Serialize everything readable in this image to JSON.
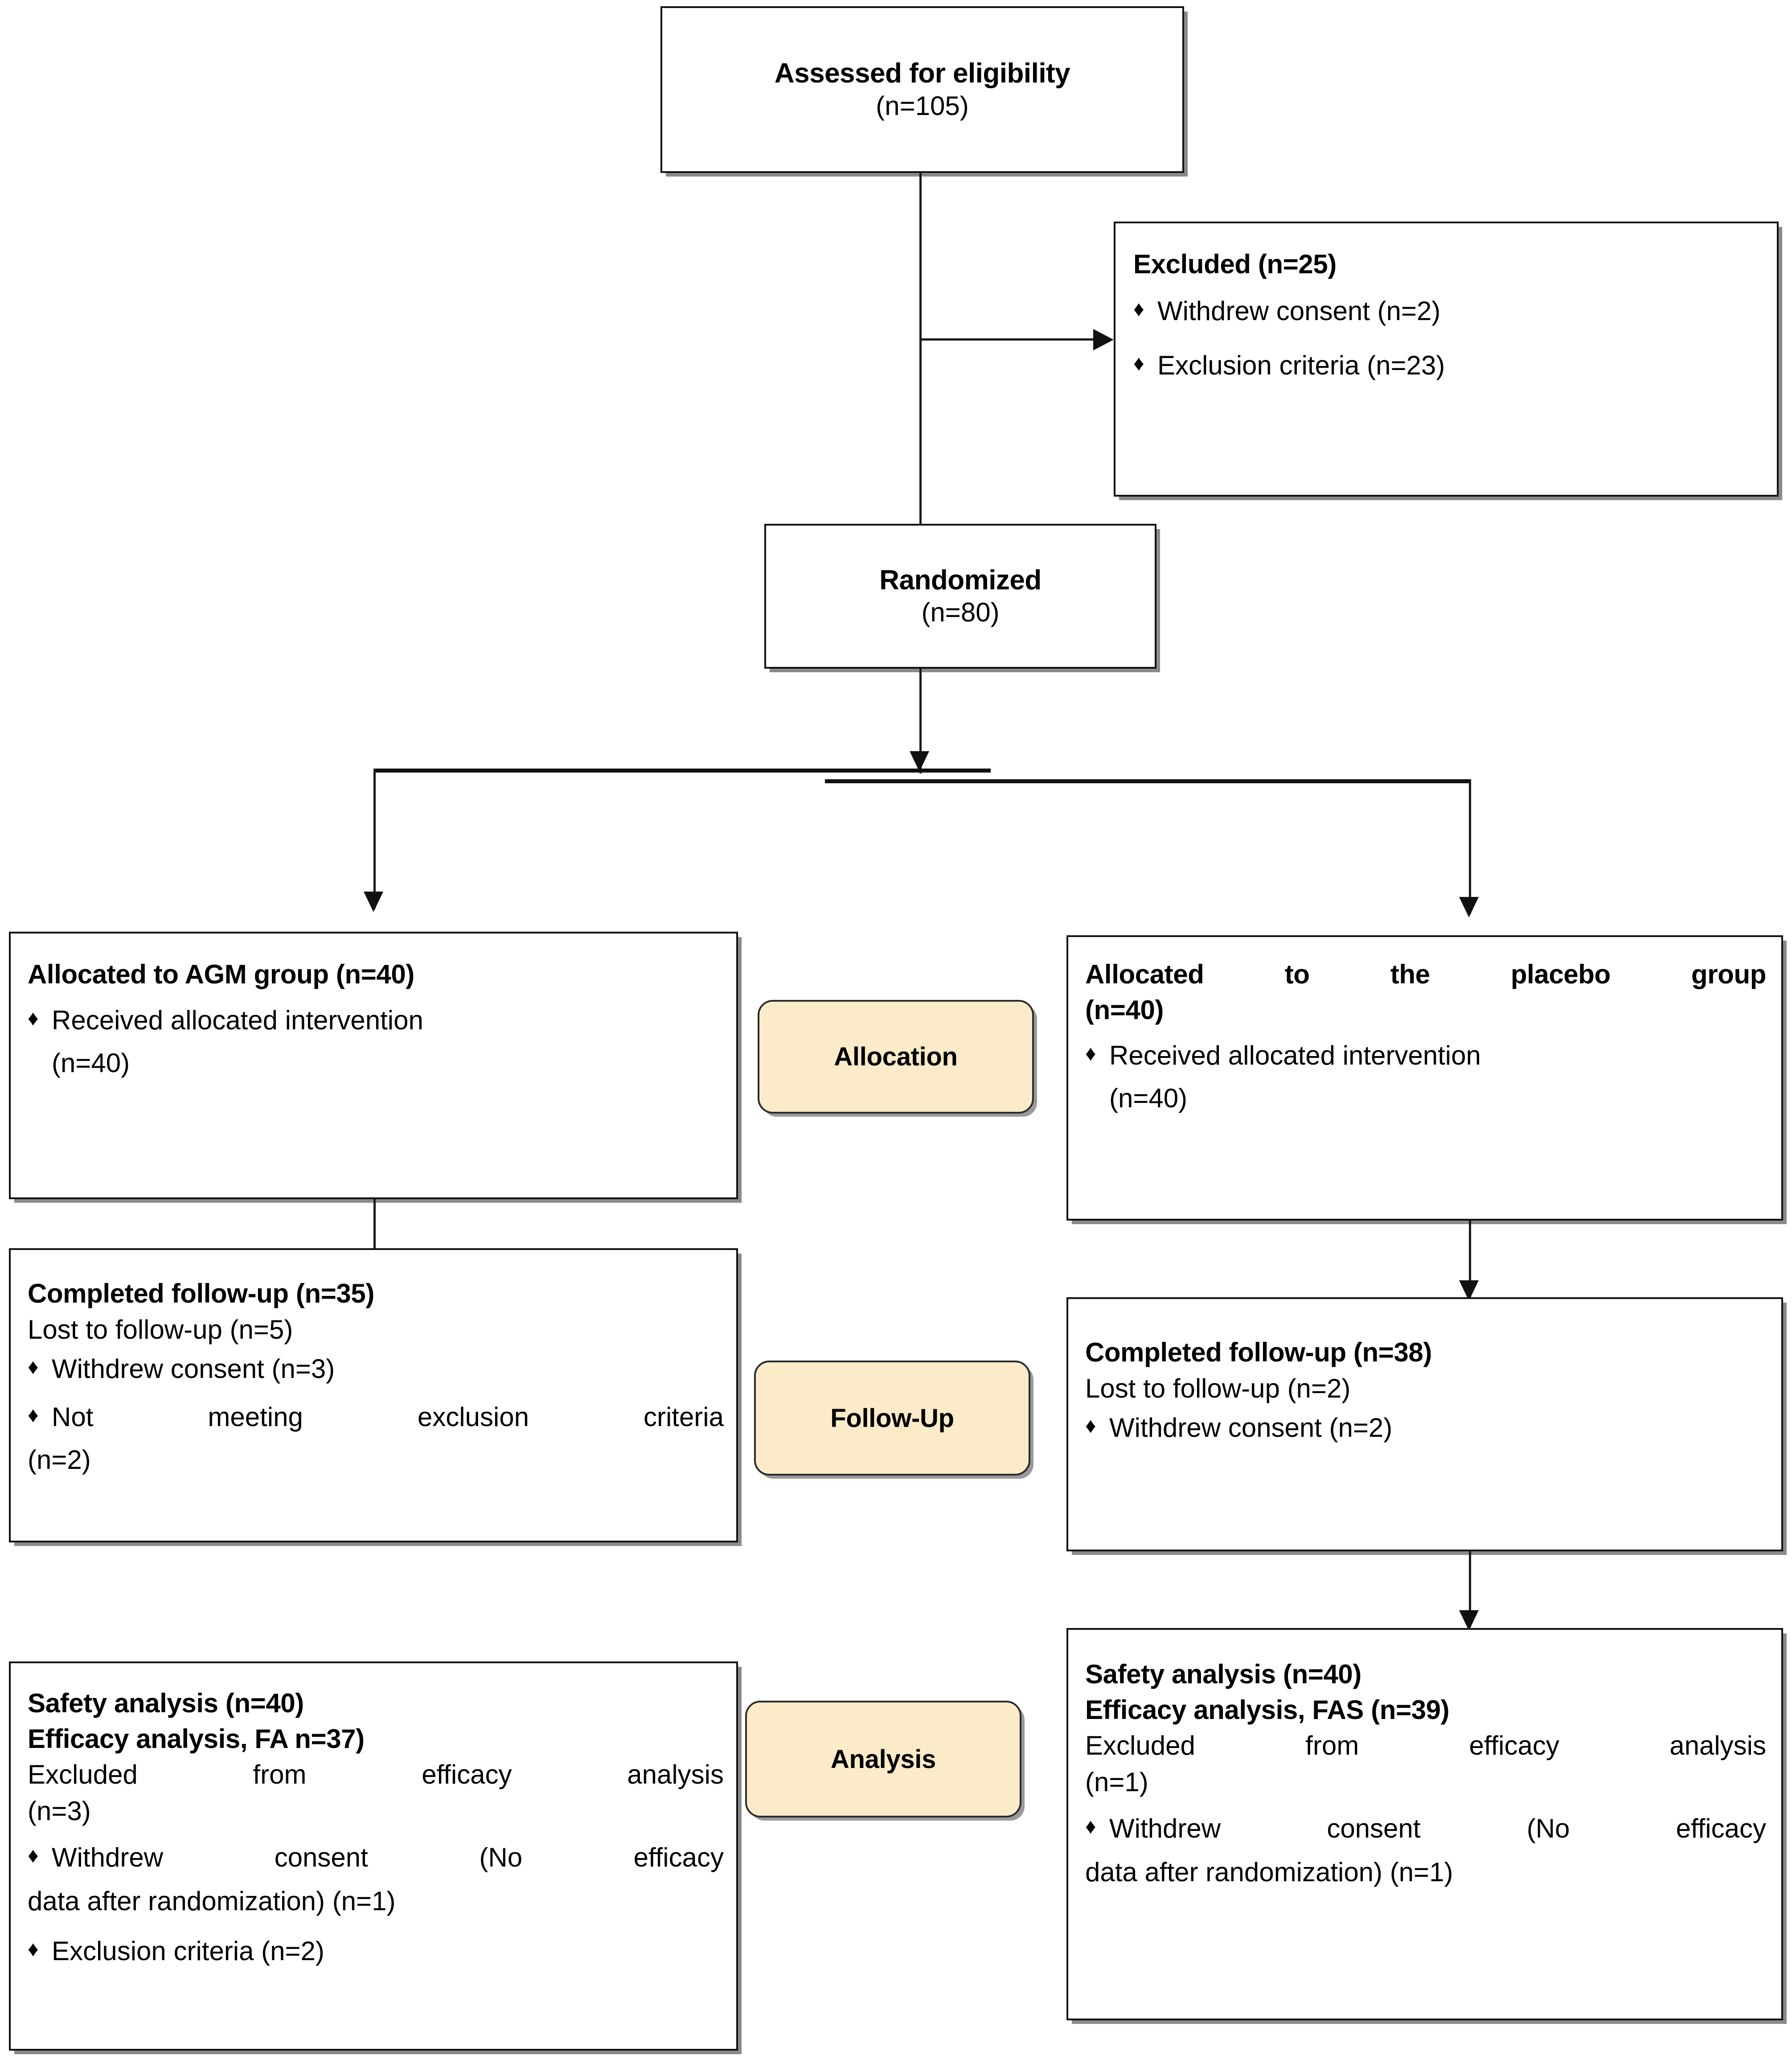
{
  "diagram": {
    "title": "CONSORT participant flow diagram",
    "type": "consort-flow",
    "accent_cream": "#fbebc8",
    "line_color": "#111111"
  },
  "enrollment": {
    "assessed": {
      "title": "Assessed for eligibility",
      "count": "(n=105)"
    },
    "excluded": {
      "title": "Excluded (n=25)",
      "reasons": [
        "Withdrew consent (n=2)",
        "Exclusion criteria (n=23)"
      ]
    },
    "randomized": {
      "title": "Randomized",
      "count": "(n=80)"
    }
  },
  "stages": {
    "allocation": "Allocation",
    "followup": "Follow-Up",
    "analysis": "Analysis"
  },
  "allocation": {
    "left": {
      "title": "Allocated to AGM group (n=40)",
      "bullet": "Received allocated intervention",
      "bullet_cont": "(n=40)"
    },
    "right": {
      "title": "Allocated to the placebo group",
      "title_cont": "(n=40)",
      "bullet": "Received allocated intervention",
      "bullet_cont": "(n=40)"
    }
  },
  "followup": {
    "left": {
      "title": "Completed follow-up (n=35)",
      "lost": "Lost to follow-up (n=5)",
      "bullet1": "Withdrew consent (n=3)",
      "bullet2": "Not meeting exclusion criteria",
      "bullet2_cont": "(n=2)"
    },
    "right": {
      "title": "Completed follow-up (n=38)",
      "lost": "Lost to follow-up (n=2)",
      "bullet1": "Withdrew consent (n=2)"
    }
  },
  "analysis": {
    "left": {
      "safety": "Safety analysis (n=40)",
      "efficacy": "Efficacy analysis, FA      n=37)",
      "excluded": "Excluded from efficacy analysis",
      "excluded_cont": "(n=3)",
      "bullet1": "Withdrew consent (No efficacy",
      "bullet1_cont": "data after randomization) (n=1)",
      "bullet2": "Exclusion criteria (n=2)"
    },
    "right": {
      "safety": "Safety analysis (n=40)",
      "efficacy": "Efficacy analysis, FAS (n=39)",
      "excluded": "Excluded from efficacy analysis",
      "excluded_cont": "(n=1)",
      "bullet1": "Withdrew consent (No efficacy",
      "bullet1_cont": "data after randomization) (n=1)"
    }
  },
  "glyphs": {
    "diamond": "♦"
  }
}
